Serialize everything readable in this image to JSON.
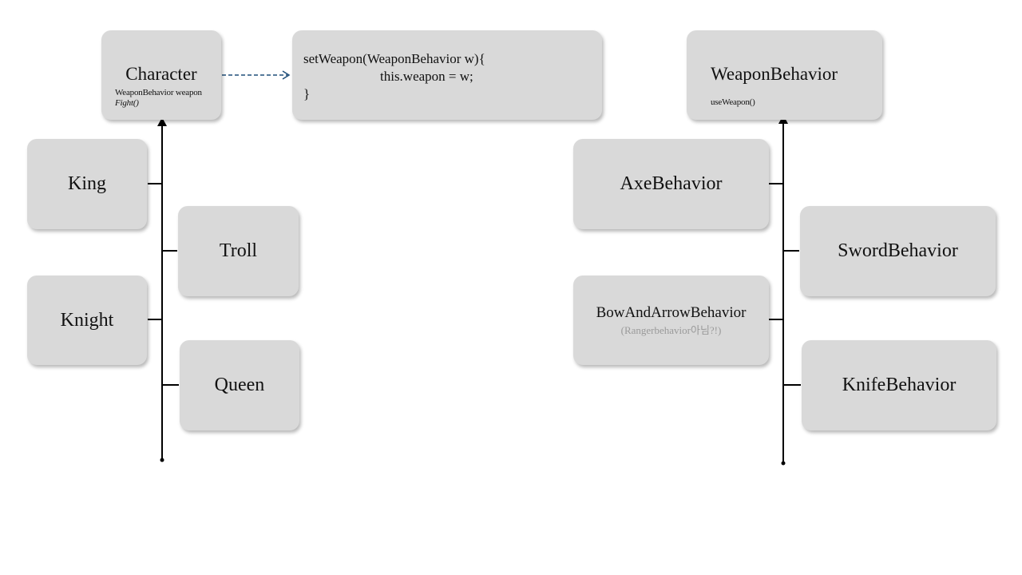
{
  "character": {
    "title": "Character",
    "field": "WeaponBehavior weapon",
    "method": "Fight()"
  },
  "set_weapon_code": {
    "line1": "setWeapon(WeaponBehavior w){",
    "line2": "this.weapon = w;",
    "line3": "}"
  },
  "weapon_behavior": {
    "title": "WeaponBehavior",
    "method": "useWeapon()"
  },
  "character_subclasses": {
    "king": "King",
    "troll": "Troll",
    "knight": "Knight",
    "queen": "Queen"
  },
  "weapon_subclasses": {
    "axe": "AxeBehavior",
    "sword": "SwordBehavior",
    "bow": "BowAndArrowBehavior",
    "bow_note": "(Rangerbehavior아님?!)",
    "knife": "KnifeBehavior"
  },
  "colors": {
    "box_fill": "#d9d9d9",
    "line": "#000000",
    "dashed_arrow": "#1f4e79"
  }
}
